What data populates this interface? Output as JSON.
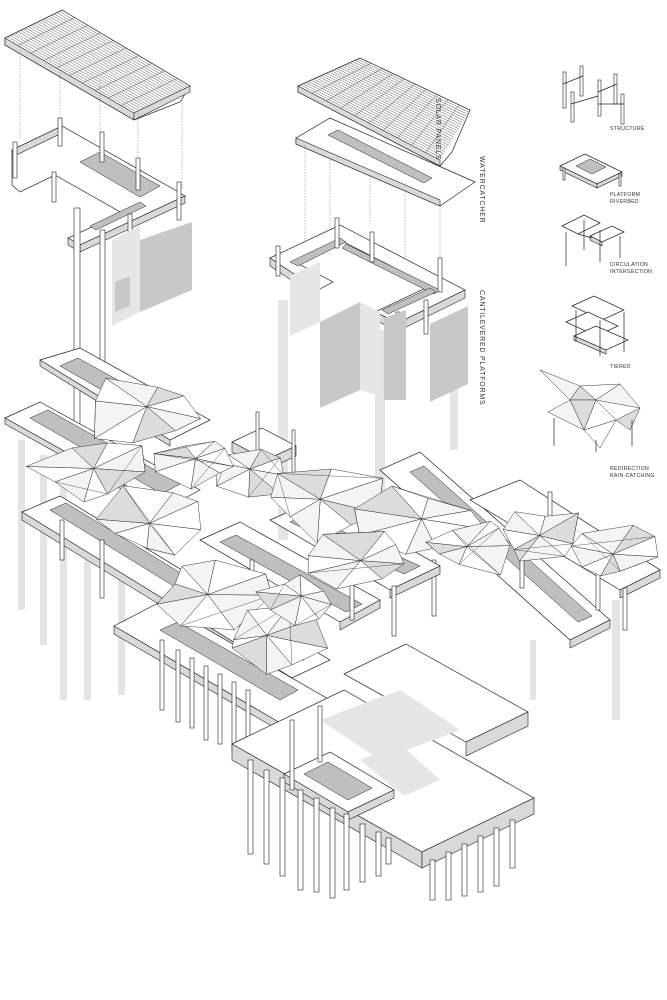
{
  "vertical_labels": {
    "solar_panels": "SOLAR PANELS",
    "watercatcher": "WATERCATCHER",
    "cantilevered_platforms": "CANTILEVERED PLATFORMS"
  },
  "legend": [
    {
      "key": "structure",
      "lines": [
        "STRUCTURE"
      ]
    },
    {
      "key": "platform-riverbed",
      "lines": [
        "PLATFORM",
        "RIVERBED"
      ]
    },
    {
      "key": "circulation-intersection",
      "lines": [
        "CIRCULATION",
        "INTERSECTION"
      ]
    },
    {
      "key": "tiered",
      "lines": [
        "TIERED"
      ]
    },
    {
      "key": "redirection-rain-catching",
      "lines": [
        "REDIRECTION",
        "RAIN-CATCHING"
      ]
    }
  ],
  "colors": {
    "line": "#222222",
    "fill": "#ffffff",
    "shadow": "#c8c8c8",
    "ghost_column": "#e4e4e4"
  }
}
